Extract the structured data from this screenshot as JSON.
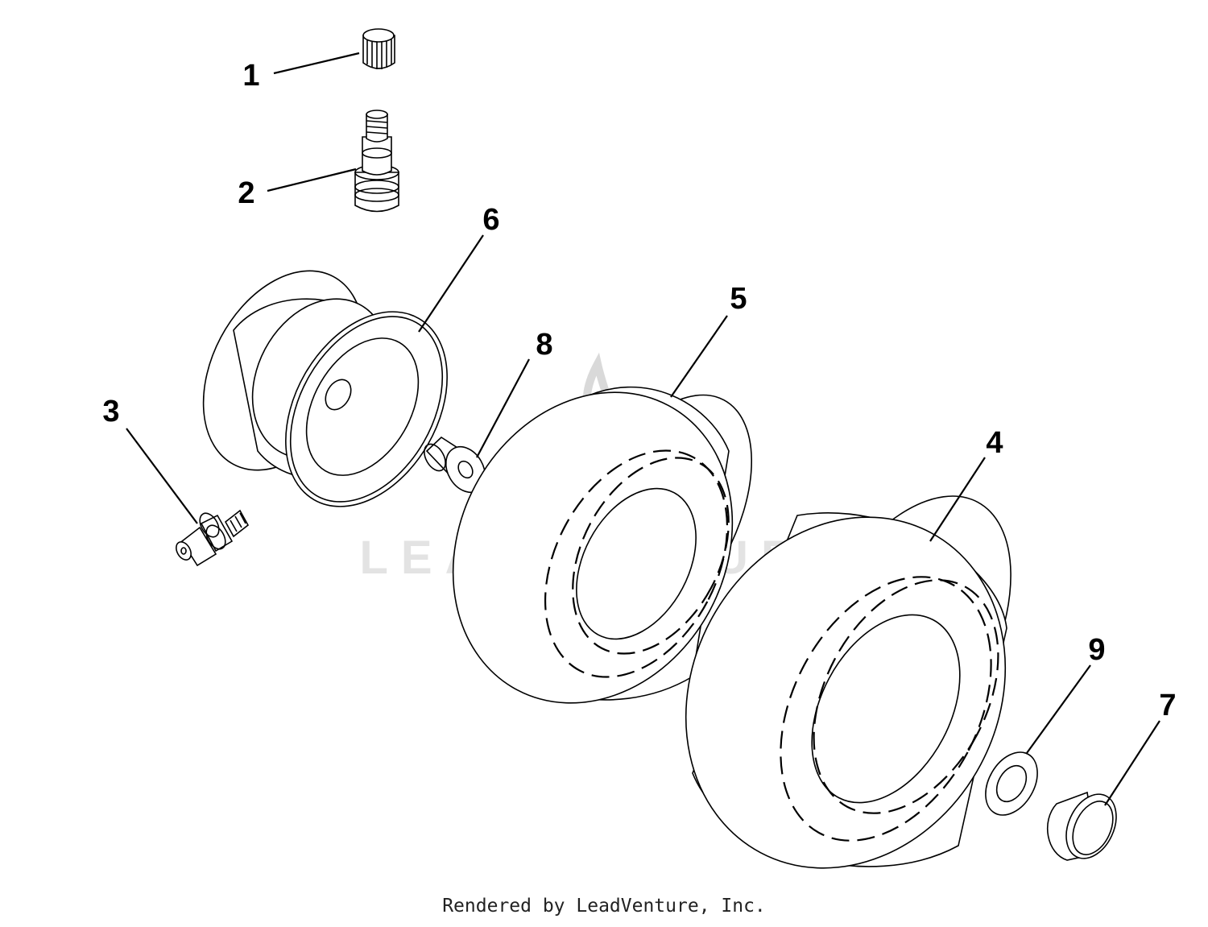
{
  "diagram": {
    "callouts": [
      "1",
      "2",
      "3",
      "4",
      "5",
      "6",
      "7",
      "8",
      "9"
    ],
    "watermark_text": "LEADVENTURE"
  },
  "footer": {
    "text": "Rendered by LeadVenture, Inc."
  }
}
